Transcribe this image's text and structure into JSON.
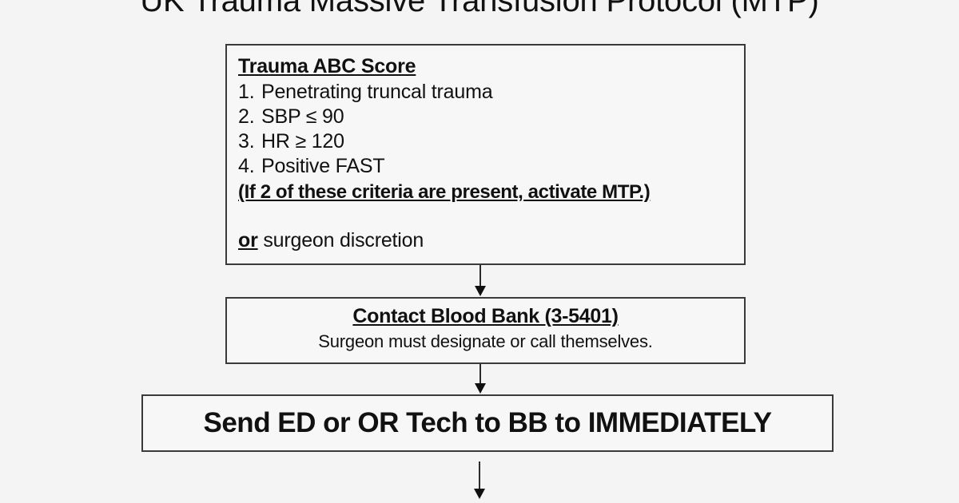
{
  "document": {
    "title": "UK Trauma Massive Transfusion Protocol (MTP)"
  },
  "flow": {
    "criteria_box": {
      "heading": "Trauma ABC Score",
      "items": [
        {
          "number": "1.",
          "text": "Penetrating truncal trauma"
        },
        {
          "number": "2.",
          "text": "SBP ≤ 90"
        },
        {
          "number": "3.",
          "text": "HR ≥ 120"
        },
        {
          "number": "4.",
          "text": "Positive FAST"
        }
      ],
      "activation_note": "(If 2 of these criteria are present, activate MTP.)",
      "alternate_keyword": "or",
      "alternate_text": " surgeon discretion"
    },
    "blood_bank_box": {
      "heading": "Contact Blood Bank (3-5401)",
      "subtext": "Surgeon must designate or call themselves."
    },
    "send_tech_box": {
      "text": "Send ED or OR Tech to BB to IMMEDIATELY"
    },
    "connectors": [
      {
        "name": "criteria-to-blood-bank",
        "glyph": "down-arrow"
      },
      {
        "name": "blood-bank-to-send-tech",
        "glyph": "down-arrow"
      },
      {
        "name": "send-tech-to-next-step",
        "glyph": "down-arrow"
      }
    ]
  },
  "colors": {
    "background": "#f4f4f4",
    "box_fill": "#f7f7f7",
    "box_border": "#3a3a3a",
    "text": "#111111",
    "arrow": "#101010"
  }
}
